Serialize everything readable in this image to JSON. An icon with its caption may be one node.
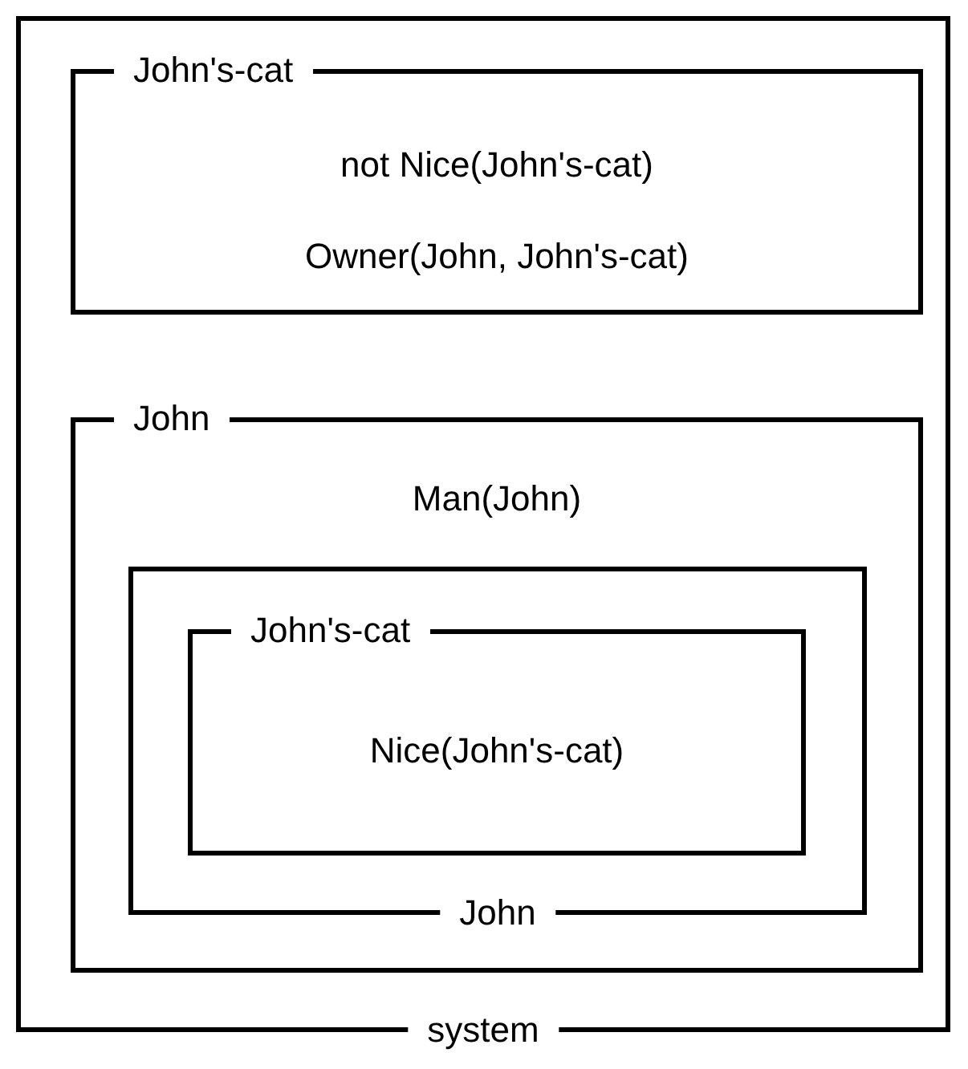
{
  "diagram": {
    "nodes": [
      {
        "text": [
          "system"
        ]
      },
      {
        "text": [
          "John's-cat",
          "not Nice(John's-cat)",
          "Owner(John, John's-cat)"
        ],
        "in": 0
      },
      {
        "text": [
          "John",
          "Man(John)"
        ],
        "in": 0
      },
      {
        "text": [
          "John"
        ],
        "in": 2
      },
      {
        "text": [
          "John's-cat",
          "Nice(John's-cat)"
        ],
        "in": 3
      }
    ]
  }
}
